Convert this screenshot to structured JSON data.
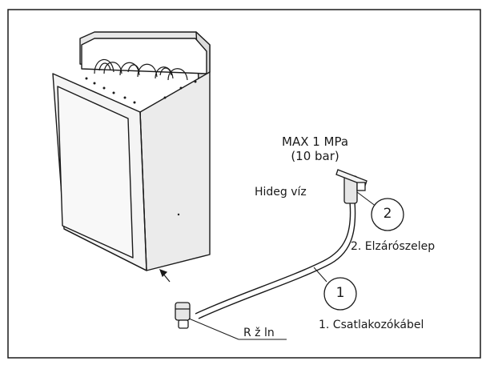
{
  "labels": {
    "pressure_line1": "MAX 1 MPa",
    "pressure_line2": "(10 bar)",
    "cold_water": "Hideg víz",
    "valve": "2. Elzárószelep",
    "cable": "1. Csatlakozókábel",
    "unit": "R ž ln"
  },
  "callouts": {
    "one": "1",
    "two": "2"
  },
  "colors": {
    "line": "#1a1a1a",
    "panel": "#f2f2f2",
    "shade": "#d9d9d9",
    "background": "#ffffff"
  }
}
